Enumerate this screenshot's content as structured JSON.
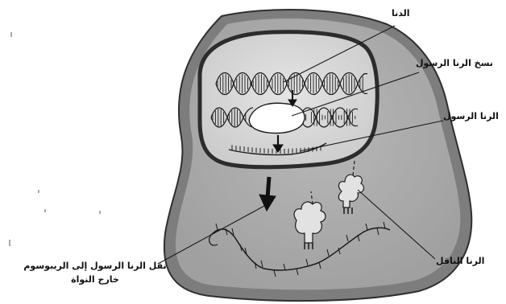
{
  "colors": {
    "cell_fill": "#a3a3a3",
    "cell_outline": "#3a3a3a",
    "nucleus_fill": "#d6d6d6",
    "outer_rim": "#6e6e6e",
    "ink": "#1a1a1a"
  },
  "labels": {
    "dna": "الدنا",
    "transcription": "نسخ الرنا الرسول",
    "mrna": "الرنا الرسول",
    "trna": "الرنا الناقل",
    "transport_line1": "نقل الرنا الرسول إلى الريبوسوم",
    "transport_line2": "خارج النواة"
  }
}
